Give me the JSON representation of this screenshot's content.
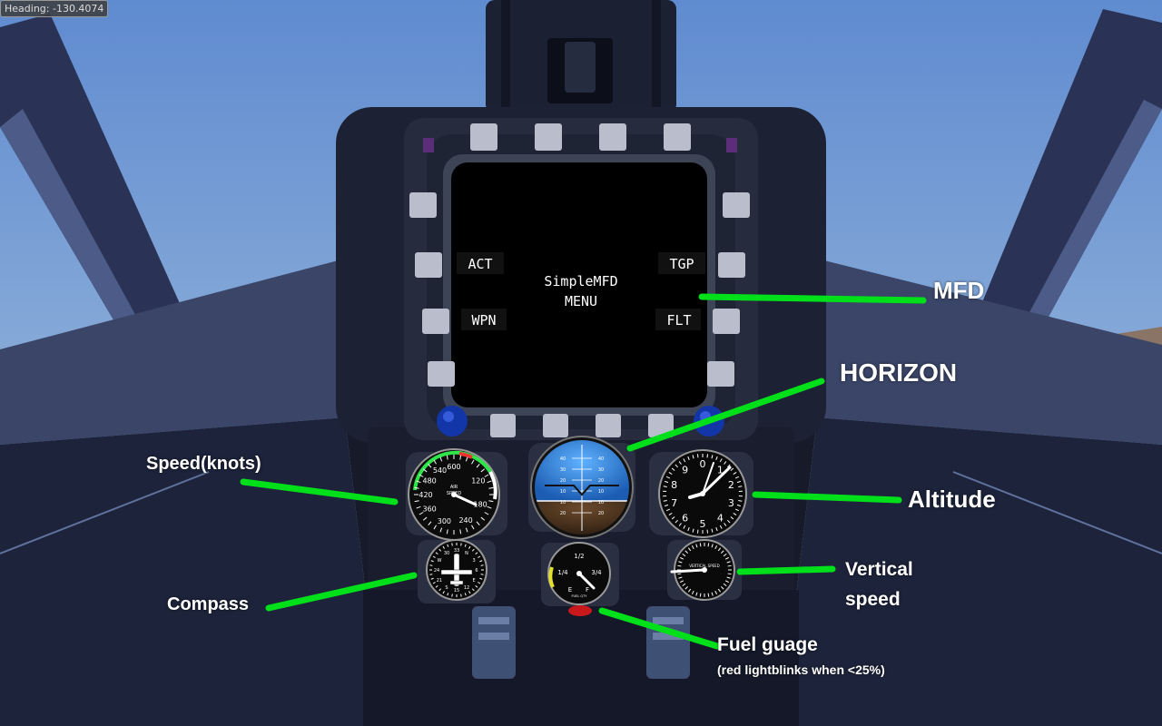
{
  "hud": {
    "heading_text": "Heading: -130.4074"
  },
  "mfd": {
    "title_line1": "SimpleMFD",
    "title_line2": "MENU",
    "buttons": {
      "act": "ACT",
      "wpn": "WPN",
      "tgp": "TGP",
      "flt": "FLT"
    }
  },
  "airspeed": {
    "face_label_1": "AIR",
    "face_label_2": "SPEED",
    "ticks": [
      {
        "label": "600",
        "angle": 0
      },
      {
        "label": "120",
        "angle": 60
      },
      {
        "label": "180",
        "angle": 110
      },
      {
        "label": "240",
        "angle": 155
      },
      {
        "label": "300",
        "angle": 200
      },
      {
        "label": "360",
        "angle": 240
      },
      {
        "label": "420",
        "angle": 270
      },
      {
        "label": "480",
        "angle": 300
      },
      {
        "label": "540",
        "angle": 330
      }
    ]
  },
  "horizon": {
    "pitch_labels": [
      "40",
      "30",
      "20",
      "10",
      "10",
      "20"
    ]
  },
  "altimeter": {
    "numbers": [
      "0",
      "1",
      "2",
      "3",
      "4",
      "5",
      "6",
      "7",
      "8",
      "9"
    ]
  },
  "compass": {
    "numbers": [
      "33",
      "N",
      "3",
      "6",
      "E",
      "12",
      "15",
      "S",
      "21",
      "24",
      "W",
      "30"
    ]
  },
  "fuel": {
    "labels": [
      "1/2",
      "1/4",
      "3/4",
      "E",
      "F"
    ],
    "face_small": "FUEL QTY"
  },
  "vsi": {
    "face_label": "VERTICAL SPEED"
  },
  "callouts": {
    "mfd": "MFD",
    "horizon": "HORIZON",
    "speed": "Speed(knots)",
    "altitude": "Altitude",
    "compass": "Compass",
    "vertical_speed_1": "Vertical",
    "vertical_speed_2": "speed",
    "fuel_1": "Fuel guage",
    "fuel_2": "(red lightblinks when <25%)"
  },
  "colors": {
    "callout_line": "#00e01a",
    "sky": "#6d93c8",
    "cockpit": "#1b2033"
  }
}
